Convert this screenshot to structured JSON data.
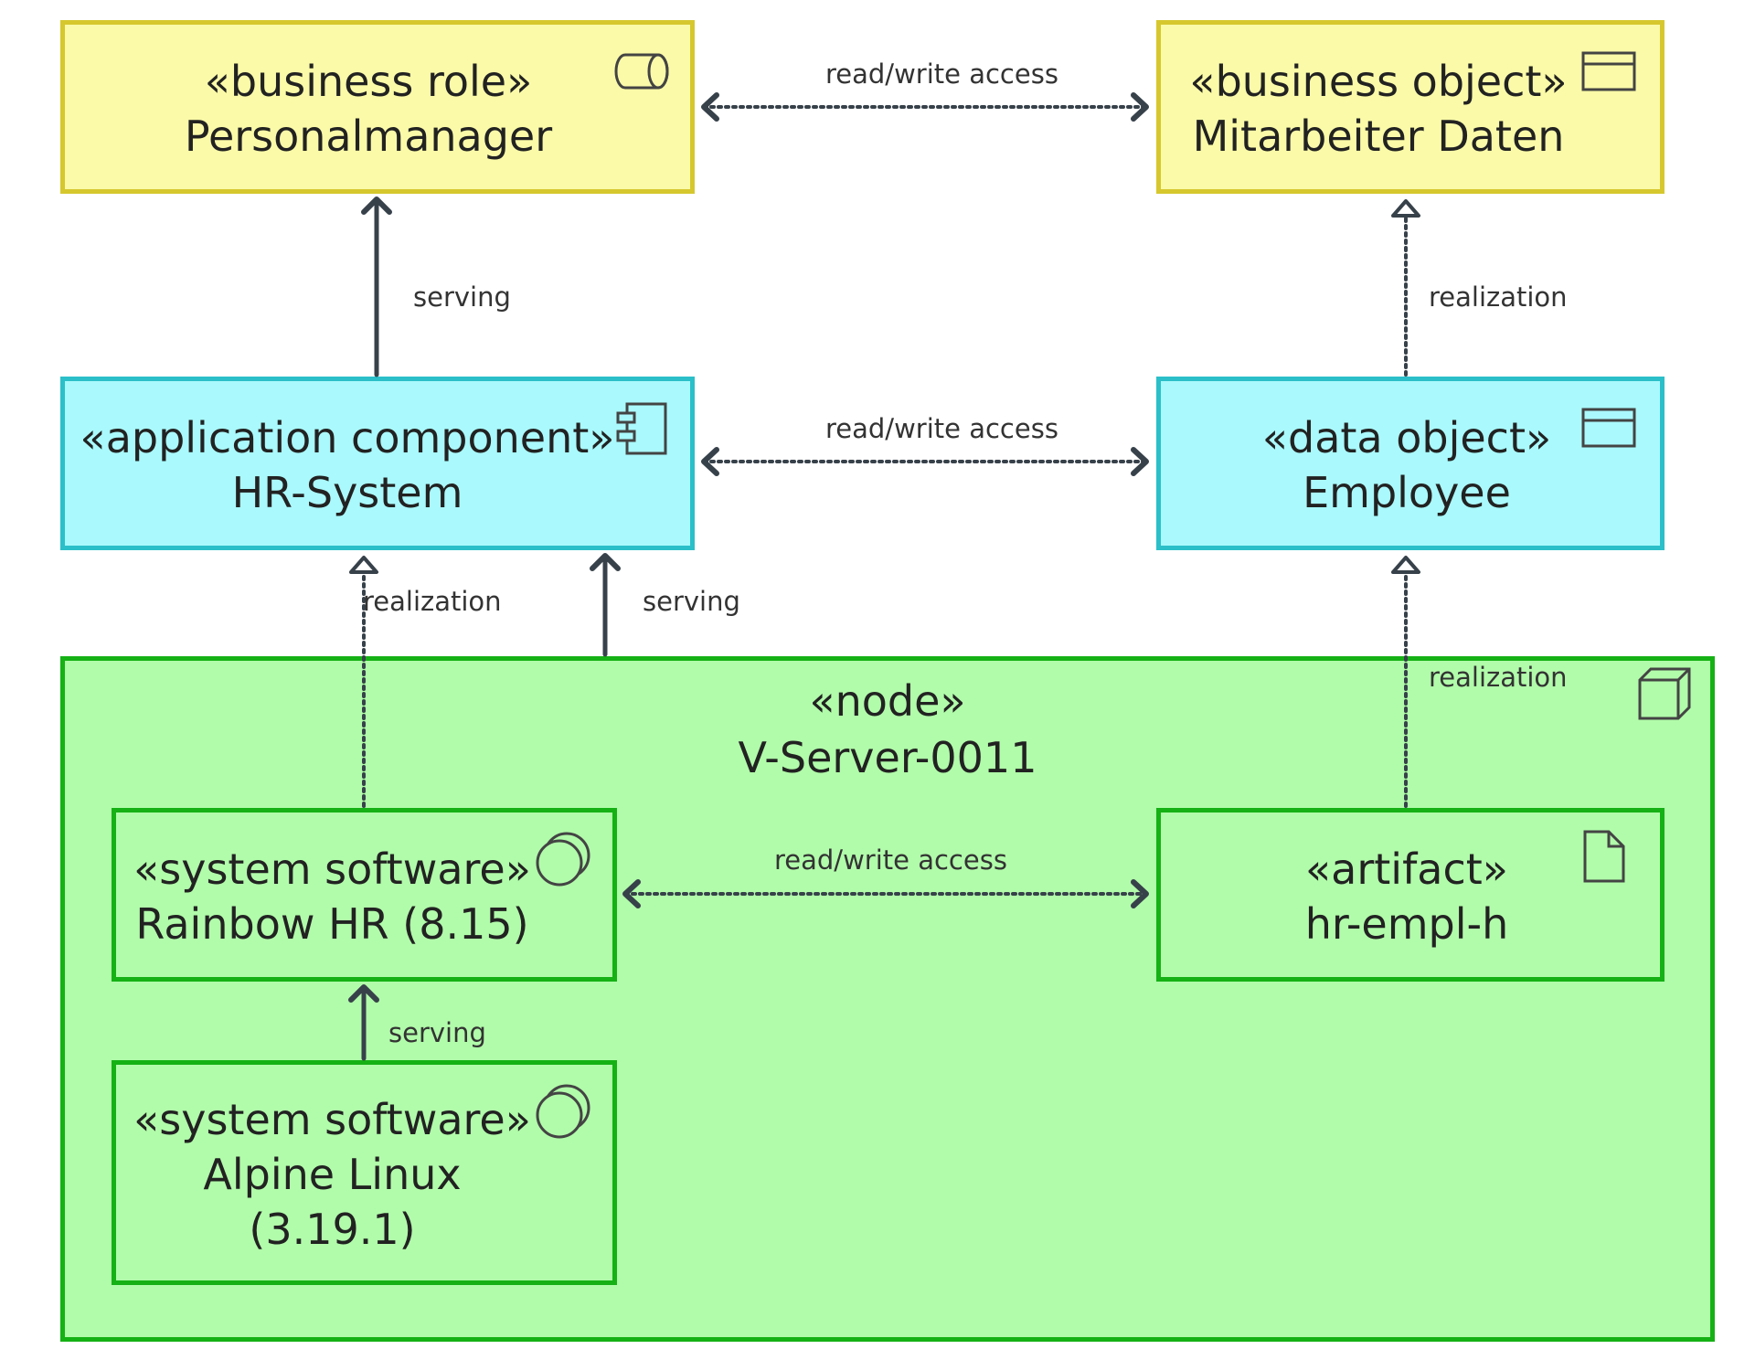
{
  "elements": {
    "business_role": {
      "stereotype": "«business role»",
      "name": "Personalmanager"
    },
    "business_object": {
      "stereotype": "«business object»",
      "name": "Mitarbeiter Daten"
    },
    "application_component": {
      "stereotype": "«application component»",
      "name": "HR-System"
    },
    "data_object": {
      "stereotype": "«data object»",
      "name": "Employee"
    },
    "node": {
      "stereotype": "«node»",
      "name": "V-Server-0011"
    },
    "system_software_rainbow": {
      "stereotype": "«system software»",
      "name": "Rainbow HR (8.15)"
    },
    "system_software_alpine": {
      "stereotype": "«system software»",
      "name_line1": "Alpine Linux",
      "name_line2": "(3.19.1)"
    },
    "artifact": {
      "stereotype": "«artifact»",
      "name": "hr-empl-h"
    }
  },
  "relations": {
    "role_object_access": "read/write access",
    "component_role_serving": "serving",
    "dataobj_busobj_realization": "realization",
    "component_dataobj_access": "read/write access",
    "rainbow_component_realization": "realization",
    "node_component_serving": "serving",
    "artifact_dataobj_realization": "realization",
    "rainbow_artifact_access": "read/write access",
    "alpine_rainbow_serving": "serving"
  },
  "colors": {
    "business_fill": "#fafaa8",
    "business_border": "#d6c72e",
    "application_fill": "#aaf9fc",
    "application_border": "#2bbfc9",
    "technology_fill": "#b1fcaa",
    "technology_border": "#15b115",
    "connector": "#37414a"
  }
}
